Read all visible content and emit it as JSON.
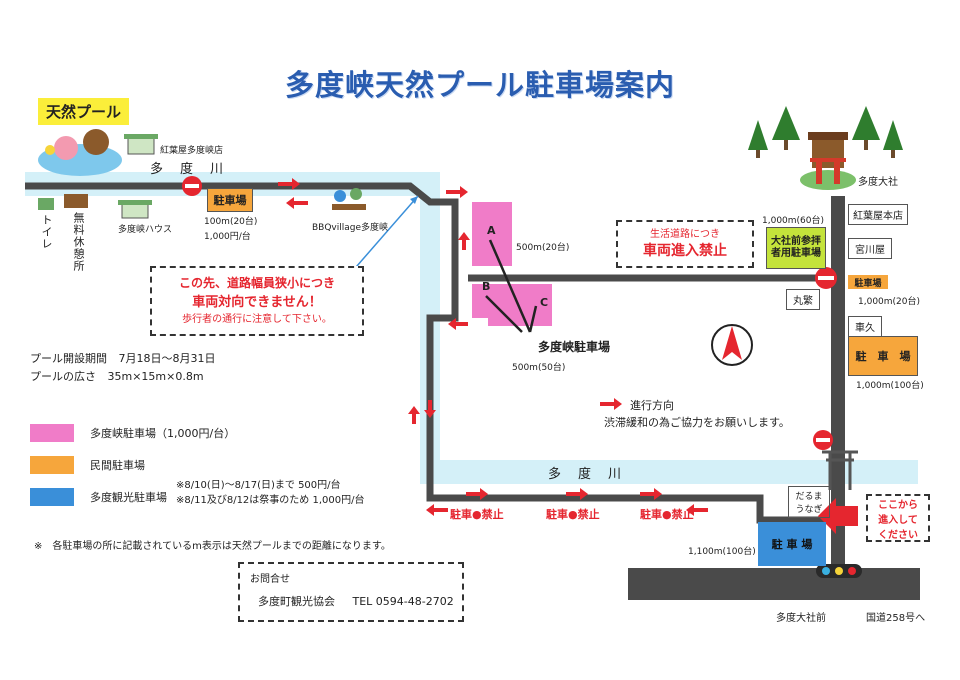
{
  "title": "多度峡天然プール駐車場案内",
  "pool_label": "天然プール",
  "rivers": {
    "top": "多　度　川",
    "bottom": "多　度　川"
  },
  "places": {
    "koyoya_tadokyo": "紅葉屋多度峡店",
    "toilet": "トイレ",
    "rest_area": "無料休憩所",
    "tadokyo_house": "多度峡ハウス",
    "bbq": "BBQvillage多度峡",
    "taisha": "多度大社",
    "koyoya_honten": "紅葉屋本店",
    "miyagawaya": "宮川屋",
    "marushige": "丸繁",
    "shakyu": "車久",
    "daruma": "だるま うなぎ",
    "taisha_mae": "多度大社前",
    "route258": "国道258号へ"
  },
  "lots": {
    "small_private": {
      "label": "駐車場",
      "dist": "100m(20台)",
      "price": "1,000円/台"
    },
    "A": {
      "label": "A",
      "dist": "500m(20台)"
    },
    "B": {
      "label": "B"
    },
    "C": {
      "label": "C",
      "dist": "500m(50台)"
    },
    "tadokyo_lot": "多度峡駐車場",
    "taisha_lot": {
      "label": "大社前参拝者用駐車場",
      "dist": "1,000m(60台)"
    },
    "miyagawa_lot": {
      "label": "駐車場",
      "dist": "1,000m(20台)"
    },
    "shakyu_lot": {
      "label": "駐　車　場",
      "dist": "1,000m(100台)"
    },
    "tourist_lot": {
      "label": "駐 車 場",
      "dist": "1,100m(100台)"
    }
  },
  "notices": {
    "narrow_l1": "この先、道路幅員狭小につき",
    "narrow_l2": "車両対向できません！",
    "narrow_l3": "歩行者の通行に注意して下さい。",
    "no_entry_l1": "生活道路につき",
    "no_entry_l2": "車両進入禁止",
    "enter_here_l1": "ここから",
    "enter_here_l2": "進入して",
    "enter_here_l3": "ください",
    "no_parking": [
      "駐車●禁止",
      "駐車●禁止",
      "駐車●禁止"
    ]
  },
  "info": {
    "period_label": "プール開設期間",
    "period": "7月18日～8月31日",
    "size_label": "プールの広さ",
    "size": "35m×15m×0.8m",
    "direction_label": "進行方向",
    "direction_note": "渋滞緩和の為ご協力をお願いします。"
  },
  "legend": [
    {
      "color": "#f07cc8",
      "label": "多度峡駐車場（1,000円/台）"
    },
    {
      "color": "#f6a63c",
      "label": "民間駐車場"
    },
    {
      "color": "#3a8fd9",
      "label": "多度観光駐車場"
    }
  ],
  "tourist_prices": [
    "※8/10(日)～8/17(日)まで 500円/台",
    "※8/11及び8/12は祭事のため 1,000円/台"
  ],
  "footnote": "※　各駐車場の所に記載されているm表示は天然プールまでの距離になります。",
  "contact": {
    "heading": "お問合せ",
    "org": "多度町観光協会",
    "tel": "TEL 0594-48-2702"
  },
  "colors": {
    "pink": "#f07cc8",
    "orange": "#f6a63c",
    "blue": "#3a8fd9",
    "green": "#c4e33b",
    "river": "#d4f0f8",
    "road": "#4a4a4a",
    "red": "#e5262f"
  }
}
